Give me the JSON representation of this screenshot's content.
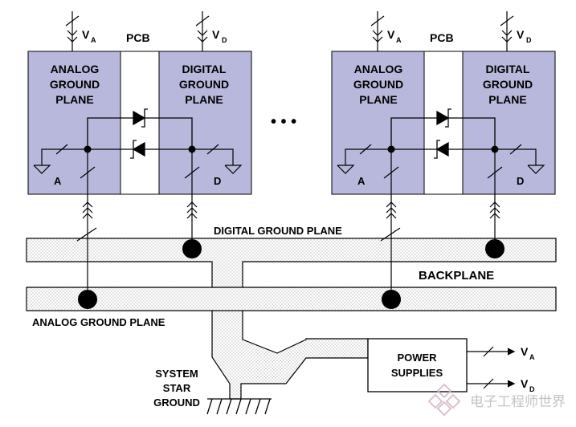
{
  "colors": {
    "analog_fill": "#b8b8dc",
    "pcb_fill": "#ffffff",
    "plane_dot": "#9a9a9a",
    "line": "#000000"
  },
  "pcbs": [
    {
      "supply_analog": "V",
      "supply_analog_sub": "A",
      "supply_digital": "V",
      "supply_digital_sub": "D",
      "pcb_label": "PCB",
      "analog_plane": [
        "ANALOG",
        "GROUND",
        "PLANE"
      ],
      "digital_plane": [
        "DIGITAL",
        "GROUND",
        "PLANE"
      ],
      "analog_node": "A",
      "digital_node": "D"
    },
    {
      "supply_analog": "V",
      "supply_analog_sub": "A",
      "supply_digital": "V",
      "supply_digital_sub": "D",
      "pcb_label": "PCB",
      "analog_plane": [
        "ANALOG",
        "GROUND",
        "PLANE"
      ],
      "digital_plane": [
        "DIGITAL",
        "GROUND",
        "PLANE"
      ],
      "analog_node": "A",
      "digital_node": "D"
    }
  ],
  "ellipsis": "• • •",
  "backplane": {
    "digital_plane_label": "DIGITAL GROUND PLANE",
    "label": "BACKPLANE",
    "analog_plane_label": "ANALOG GROUND PLANE"
  },
  "star_ground": [
    "SYSTEM",
    "STAR",
    "GROUND"
  ],
  "power_supplies": {
    "label": [
      "POWER",
      "SUPPLIES"
    ],
    "out_a": "V",
    "out_a_sub": "A",
    "out_d": "V",
    "out_d_sub": "D"
  },
  "watermark": "电子工程师世界"
}
